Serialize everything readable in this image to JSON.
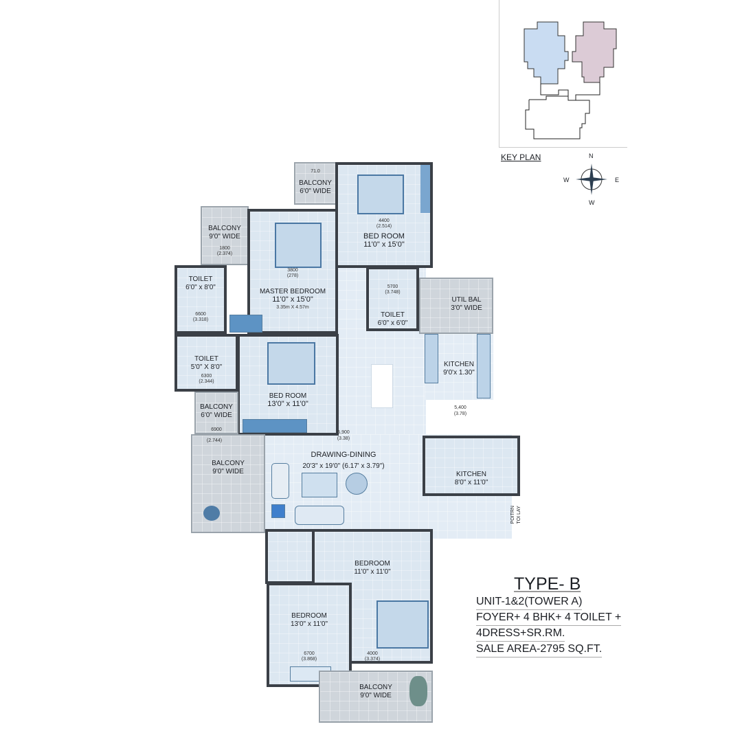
{
  "key_plan": {
    "label": "KEY PLAN",
    "highlight_colors": [
      "#c9dcf2",
      "#dccbd6"
    ]
  },
  "compass": {
    "n": "N",
    "e": "E",
    "w": "W",
    "s": "W"
  },
  "rooms": [
    {
      "id": "balcony-top",
      "name": "BALCONY",
      "size": "6'0\" WIDE",
      "dim": "71.0"
    },
    {
      "id": "bedroom-top",
      "name": "BED ROOM",
      "size": "11'0\" x 15'0\"",
      "dim": "4400",
      "dim2": "(2.514)"
    },
    {
      "id": "balcony-left",
      "name": "BALCONY",
      "size": "9'0\" WIDE",
      "dim": "1800",
      "dim2": "(2.374)"
    },
    {
      "id": "master-bedroom",
      "name": "MASTER BEDROOM",
      "size": "11'0\" x 15'0\"",
      "metric": "3.35m X 4.57m",
      "dim": "3800",
      "dim2": "(278)"
    },
    {
      "id": "toilet-1",
      "name": "TOILET",
      "size": "6'0\" x 8'0\"",
      "dim": "6600",
      "dim2": "(3.318)"
    },
    {
      "id": "toilet-2",
      "name": "TOILET",
      "size": "6'0\" x 6'0\"",
      "dim": "5700",
      "dim2": "(3.748)"
    },
    {
      "id": "util-bal",
      "name": "UTIL BAL",
      "size": "3'0\" WIDE"
    },
    {
      "id": "kitchen-1",
      "name": "KITCHEN",
      "size": "9'0'x 1.30\"",
      "dim": "5,400",
      "dim2": "(3.78)"
    },
    {
      "id": "toilet-3",
      "name": "TOILET",
      "size": "5'0\" X 8'0\"",
      "dim": "6300",
      "dim2": "(2.344)"
    },
    {
      "id": "bedroom-mid",
      "name": "BED ROOM",
      "size": "13'0\" x 11'0\""
    },
    {
      "id": "balcony-mid",
      "name": "BALCONY",
      "size": "6'0\" WIDE",
      "dim": "6900",
      "dim2": "(2.744)"
    },
    {
      "id": "balcony-big",
      "name": "BALCONY",
      "size": "9'0\" WIDE"
    },
    {
      "id": "drawing-dining",
      "name": "DRAWING-DINING",
      "size": "20'3\" x 19'0\" (6.17' x 3.79\")",
      "dim": "5,900",
      "dim2": "(3.38)"
    },
    {
      "id": "kitchen-2",
      "name": "KITCHEN",
      "size": "8'0\" x 11'0\""
    },
    {
      "id": "bedroom-lower",
      "name": "BEDROOM",
      "size": "11'0\" x 11'0\"",
      "dim": "4000",
      "dim2": "(3.374)"
    },
    {
      "id": "bedroom-bottom",
      "name": "BEDROOM",
      "size": "13'0\" x 11'0\"",
      "dim": "6700",
      "dim2": "(3.868)"
    },
    {
      "id": "balcony-bottom",
      "name": "BALCONY",
      "size": "9'0\" WIDE"
    }
  ],
  "powder_toilet": {
    "line1": "POITRN",
    "line2": "TOI LAY"
  },
  "info": {
    "type": "TYPE- B",
    "lines": [
      "UNIT-1&2(TOWER A)",
      "FOYER+ 4 BHK+ 4 TOILET +",
      "4DRESS+SR.RM.",
      "SALE AREA-2795 SQ.FT."
    ]
  }
}
